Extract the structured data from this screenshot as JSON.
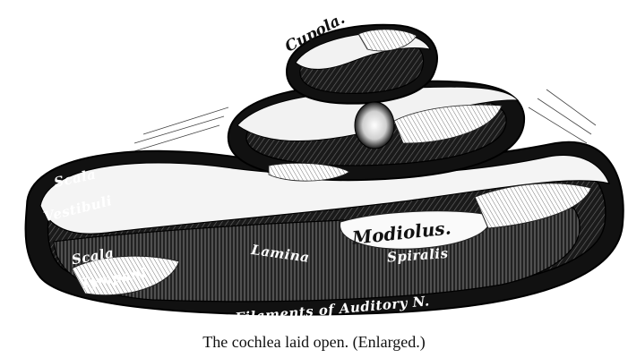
{
  "labels": {
    "cupola": "Cupola.",
    "scala_vestibuli_1": "Scala",
    "scala_vestibuli_2": "Vestibuli",
    "scala_tympani_1": "Scala",
    "scala_tympani_2": "Tympani",
    "modiolus": "Modiolus.",
    "lamina": "Lamina",
    "spiralis": "Spiralis",
    "filaments": "Filaments of Auditory N."
  },
  "caption": "The cochlea laid open.   (Enlarged.)",
  "colors": {
    "ink": "#111111",
    "paper": "#ffffff",
    "shade": "#2a2a2a"
  }
}
